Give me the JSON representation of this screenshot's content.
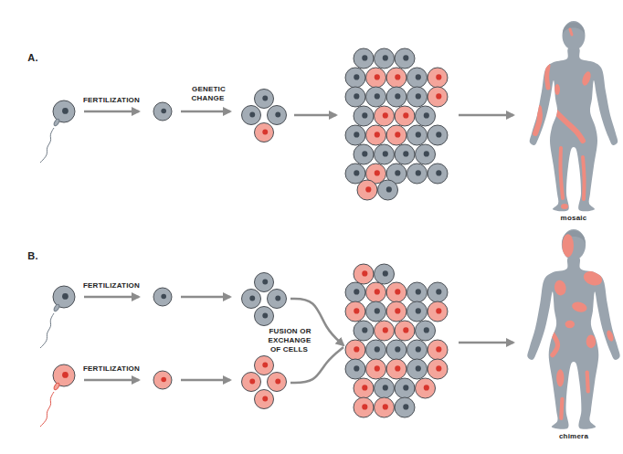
{
  "diagram": {
    "labels": [
      "A.",
      "FERTILIZATION",
      "GENETIC CHANGE",
      "mosaic",
      "B.",
      "FERTILIZATION",
      "FERTILIZATION",
      "FUSION OR EXCHANGE OF CELLS",
      "chimera"
    ]
  }
}
